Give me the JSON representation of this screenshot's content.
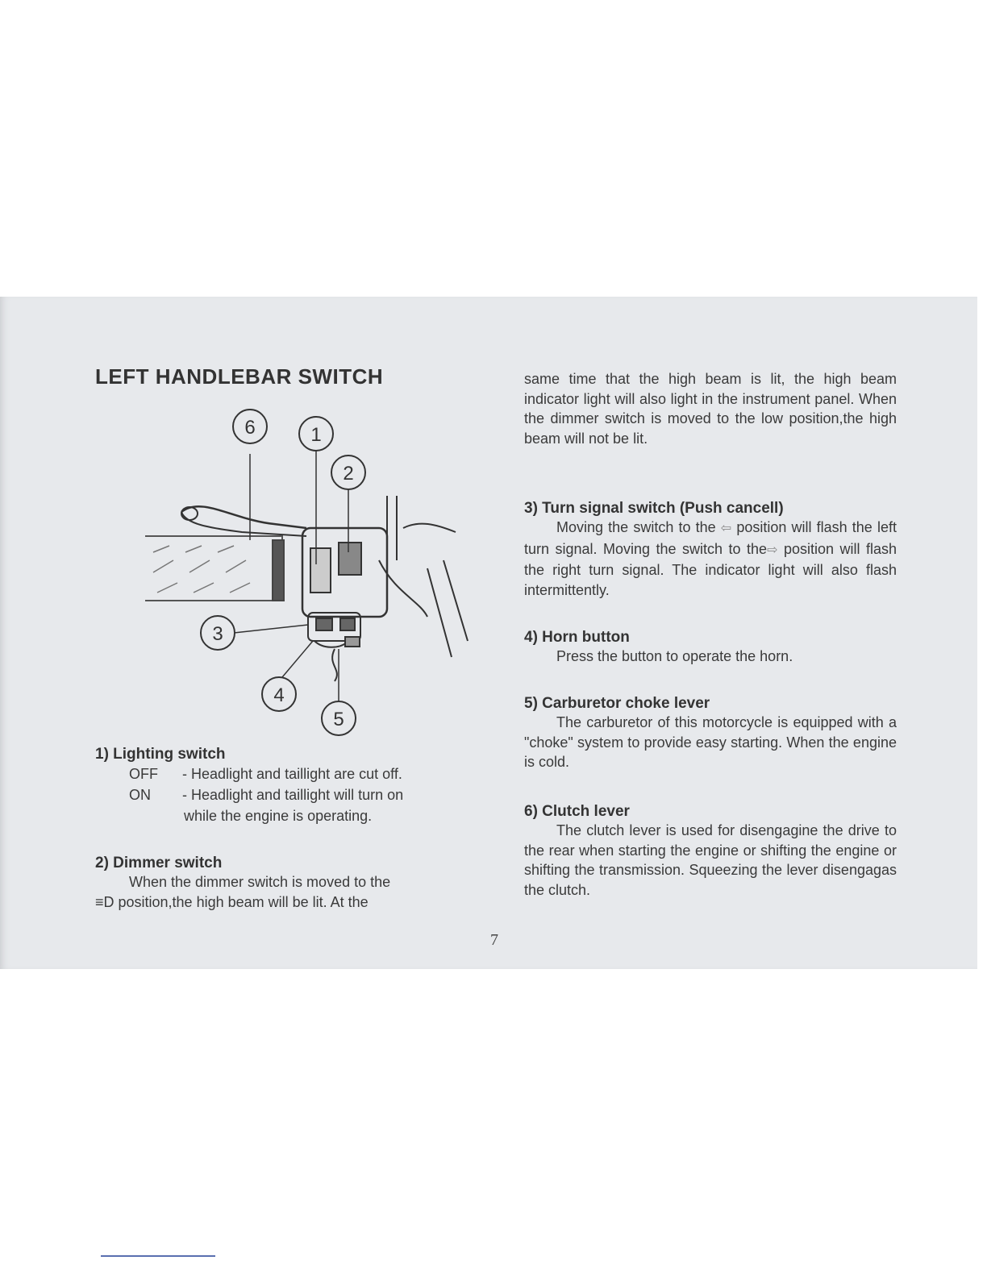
{
  "title": "LEFT HANDLEBAR SWITCH",
  "figure": {
    "callouts": [
      "6",
      "1",
      "2",
      "3",
      "4",
      "5"
    ]
  },
  "sections": {
    "lighting": {
      "heading": "1) Lighting switch",
      "off_key": "OFF",
      "off_text": "- Headlight and taillight are cut off.",
      "on_key": "ON",
      "on_text": "- Headlight and taillight will turn on",
      "on_text_cont": "while the engine is operating."
    },
    "dimmer": {
      "heading": "2) Dimmer switch",
      "line1": "When the dimmer switch is moved to the",
      "line2": "≡D position,the high beam will be lit. At the"
    },
    "dimmer_cont": {
      "text": "same time that the high beam is lit, the high beam indicator light will also light in the instrument panel. When the dimmer switch is moved to the low position,the high beam will not be lit."
    },
    "turn_signal": {
      "heading": "3) Turn signal switch (Push cancell)",
      "text_a": "Moving the switch to the",
      "left_symbol": "⇦",
      "text_b": "position will flash the left turn signal. Moving the switch to the",
      "right_symbol": "⇨",
      "text_c": "position will flash  the right turn signal. The indicator light will also flash intermittently."
    },
    "horn": {
      "heading": "4) Horn button",
      "text": "Press the button to operate the horn."
    },
    "choke": {
      "heading": "5) Carburetor choke lever",
      "text": "The carburetor of this motorcycle is equipped with a \"choke\" system to provide easy starting. When the engine is cold."
    },
    "clutch": {
      "heading": "6) Clutch lever",
      "text": "The clutch lever is used for disengagine the drive to the rear when starting the engine or shifting the engine or shifting the transmission. Squeezing the lever disengagas the clutch."
    }
  },
  "page_number": "7",
  "colors": {
    "paper": "#e7e9ec",
    "text": "#3a3a3a"
  }
}
